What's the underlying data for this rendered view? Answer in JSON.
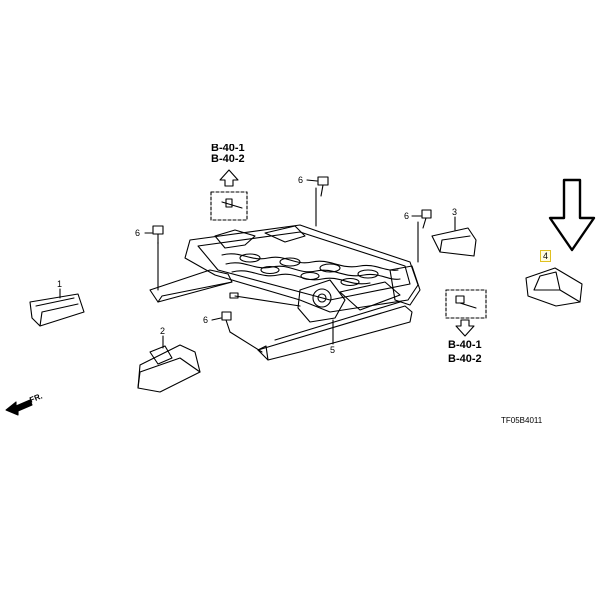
{
  "labels": {
    "p1": "1",
    "p2": "2",
    "p3": "3",
    "p4": "4",
    "p5": "5",
    "p6a": "6",
    "p6b": "6",
    "p6c": "6",
    "p6d": "6"
  },
  "refs": {
    "top_partial": "B-40-1",
    "top": "B-40-2",
    "bottom_1": "B-40-1",
    "bottom_2": "B-40-2"
  },
  "front_marker": "FR.",
  "diagram_code": "TF05B4011"
}
